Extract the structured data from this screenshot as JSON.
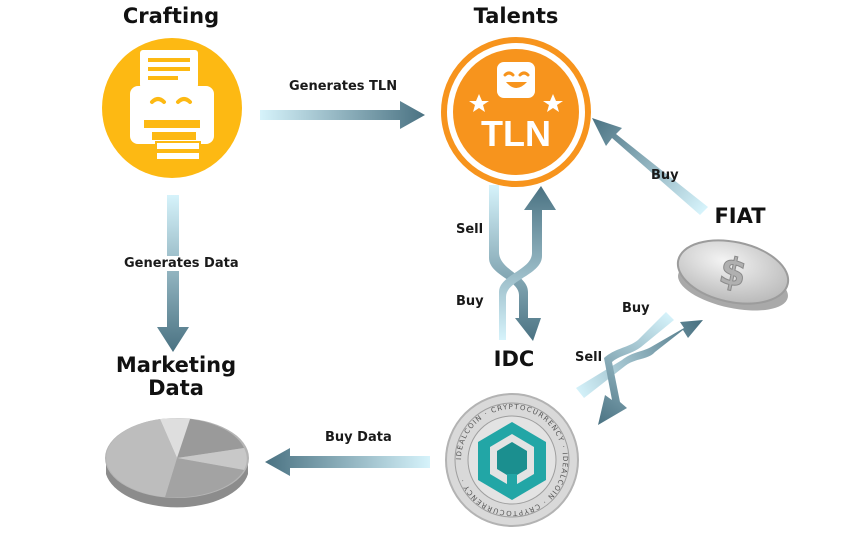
{
  "nodes": {
    "crafting": {
      "title": "Crafting"
    },
    "talents": {
      "title": "Talents",
      "coin_text": "TLN"
    },
    "fiat": {
      "title": "FIAT",
      "coin_symbol": "$"
    },
    "idc": {
      "title": "IDC",
      "ring_text": "IDEALCOIN · CRYPTOCURRENCY · IDEALCOIN · CRYPTOCURRENCY ·"
    },
    "marketing": {
      "title_line1": "Marketing",
      "title_line2": "Data"
    }
  },
  "edges": {
    "crafting_to_talents": "Generates TLN",
    "crafting_to_marketing": "Generates Data",
    "talents_idc_sell": "Sell",
    "talents_idc_buy": "Buy",
    "fiat_to_talents": "Buy",
    "fiat_idc_buy": "Buy",
    "fiat_idc_sell": "Sell",
    "idc_to_marketing": "Buy Data"
  },
  "colors": {
    "orange": "#f7941d",
    "yellow": "#fdb913",
    "arrow_dark": "#4a7282",
    "arrow_light": "#d6f3fb",
    "teal": "#22a6a6",
    "silver": "#c8c8c8"
  }
}
